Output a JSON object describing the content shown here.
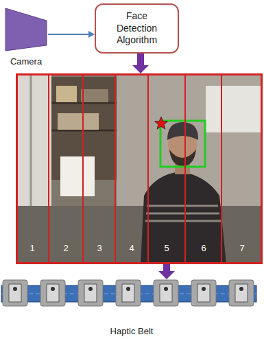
{
  "diagram": {
    "nodes": [
      {
        "text": [
          "Camera"
        ]
      },
      {
        "text": [
          "Face Detection Algorithm"
        ]
      },
      {
        "text": [
          "1",
          "2",
          "3",
          "4",
          "5",
          "6",
          "7"
        ]
      },
      {
        "text": [
          "Haptic Belt"
        ]
      }
    ],
    "edges": [
      {
        "from": 0,
        "to": 1,
        "arrow": "to"
      },
      {
        "from": 1,
        "to": 2,
        "arrow": "to"
      },
      {
        "from": 2,
        "to": 3,
        "arrow": "to"
      }
    ]
  }
}
